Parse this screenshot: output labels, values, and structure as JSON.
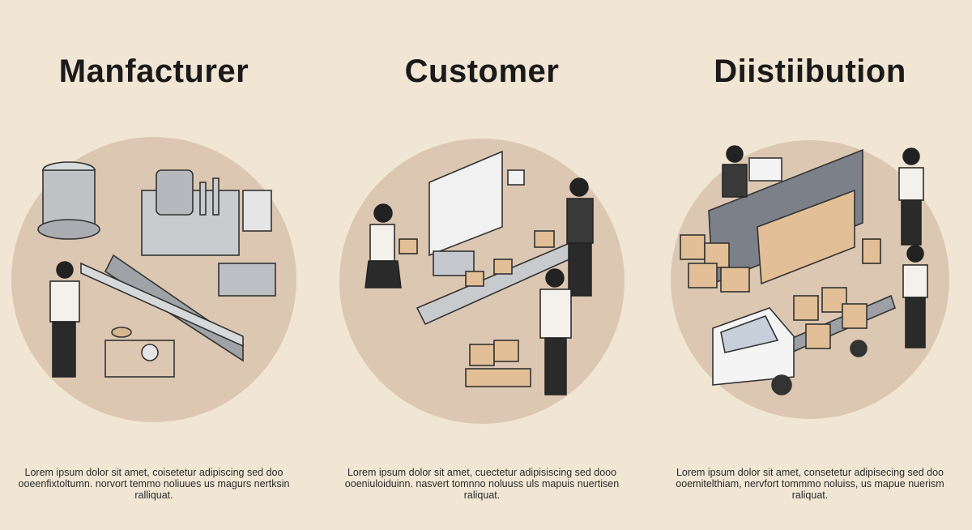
{
  "columns": [
    {
      "title": "Manfacturer",
      "description": "Lorem ipsum dolor sit amet, coisetetur adipiscing sed doo ooeenfixtoltumn. norvort temmo noliuues us magurs nertksin ralliquat.",
      "illustration_icon": "factory-icon"
    },
    {
      "title": "Customer",
      "description": "Lorem ipsum dolor sit amet, cuectetur adipisiscing sed dooo ooeniuloiduinn. nasvert tomnno noluuss uls mapuis nuertisen raliquat.",
      "illustration_icon": "customer-icon"
    },
    {
      "title": "Diistiibution",
      "description": "Lorem ipsum dolor sit amet, consetetur adipisecing sed doo ooemitelthiam, nervfort tommmo noluiss, us mapue nuerism raliquat.",
      "illustration_icon": "delivery-truck-icon"
    }
  ],
  "colors": {
    "background": "#f1e6d4",
    "circle": "#dcc7b2",
    "box": "#e2bf96",
    "metal": "#b9bcc0"
  }
}
